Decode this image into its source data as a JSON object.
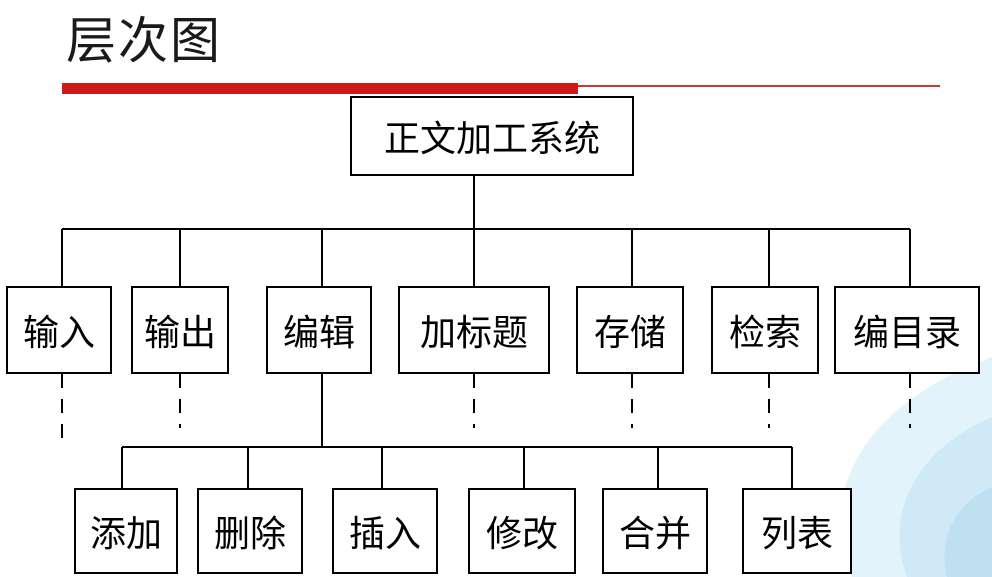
{
  "title": "层次图",
  "diagram": {
    "root": "正文加工系统",
    "level1": [
      "输入",
      "输出",
      "编辑",
      "加标题",
      "存储",
      "检索",
      "编目录"
    ],
    "level2_parent": "编辑",
    "level2": [
      "添加",
      "删除",
      "插入",
      "修改",
      "合并",
      "列表"
    ]
  },
  "colors": {
    "accent_red": "#cc1a1a",
    "line": "#000000",
    "deco_blue": "#d9eef8"
  }
}
